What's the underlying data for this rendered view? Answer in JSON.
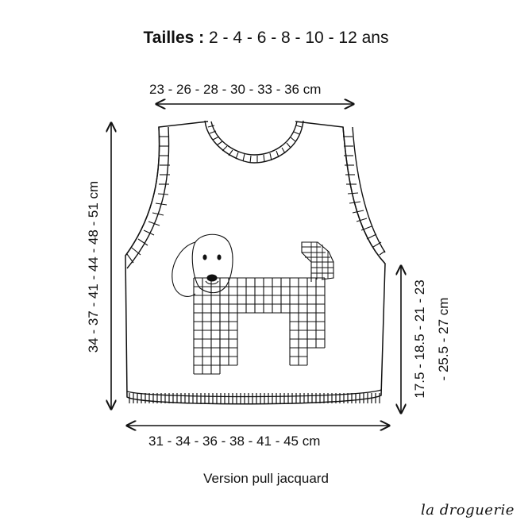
{
  "header": {
    "title_bold": "Tailles :",
    "title_sizes": "2 - 4 - 6 - 8 - 10 - 12 ans"
  },
  "measurements": {
    "top_width": "23 - 26 - 28 - 30 - 33 - 36 cm",
    "total_height": "34 - 37 - 41 - 44 - 48 - 51 cm",
    "armhole_line1": "17.5 - 18.5 - 21 - 23",
    "armhole_line2": "- 25.5 - 27 cm",
    "bottom_width": "31 - 34 - 36 - 38 - 41 - 45 cm"
  },
  "caption": "Version pull jacquard",
  "brand": "la droguerie"
}
